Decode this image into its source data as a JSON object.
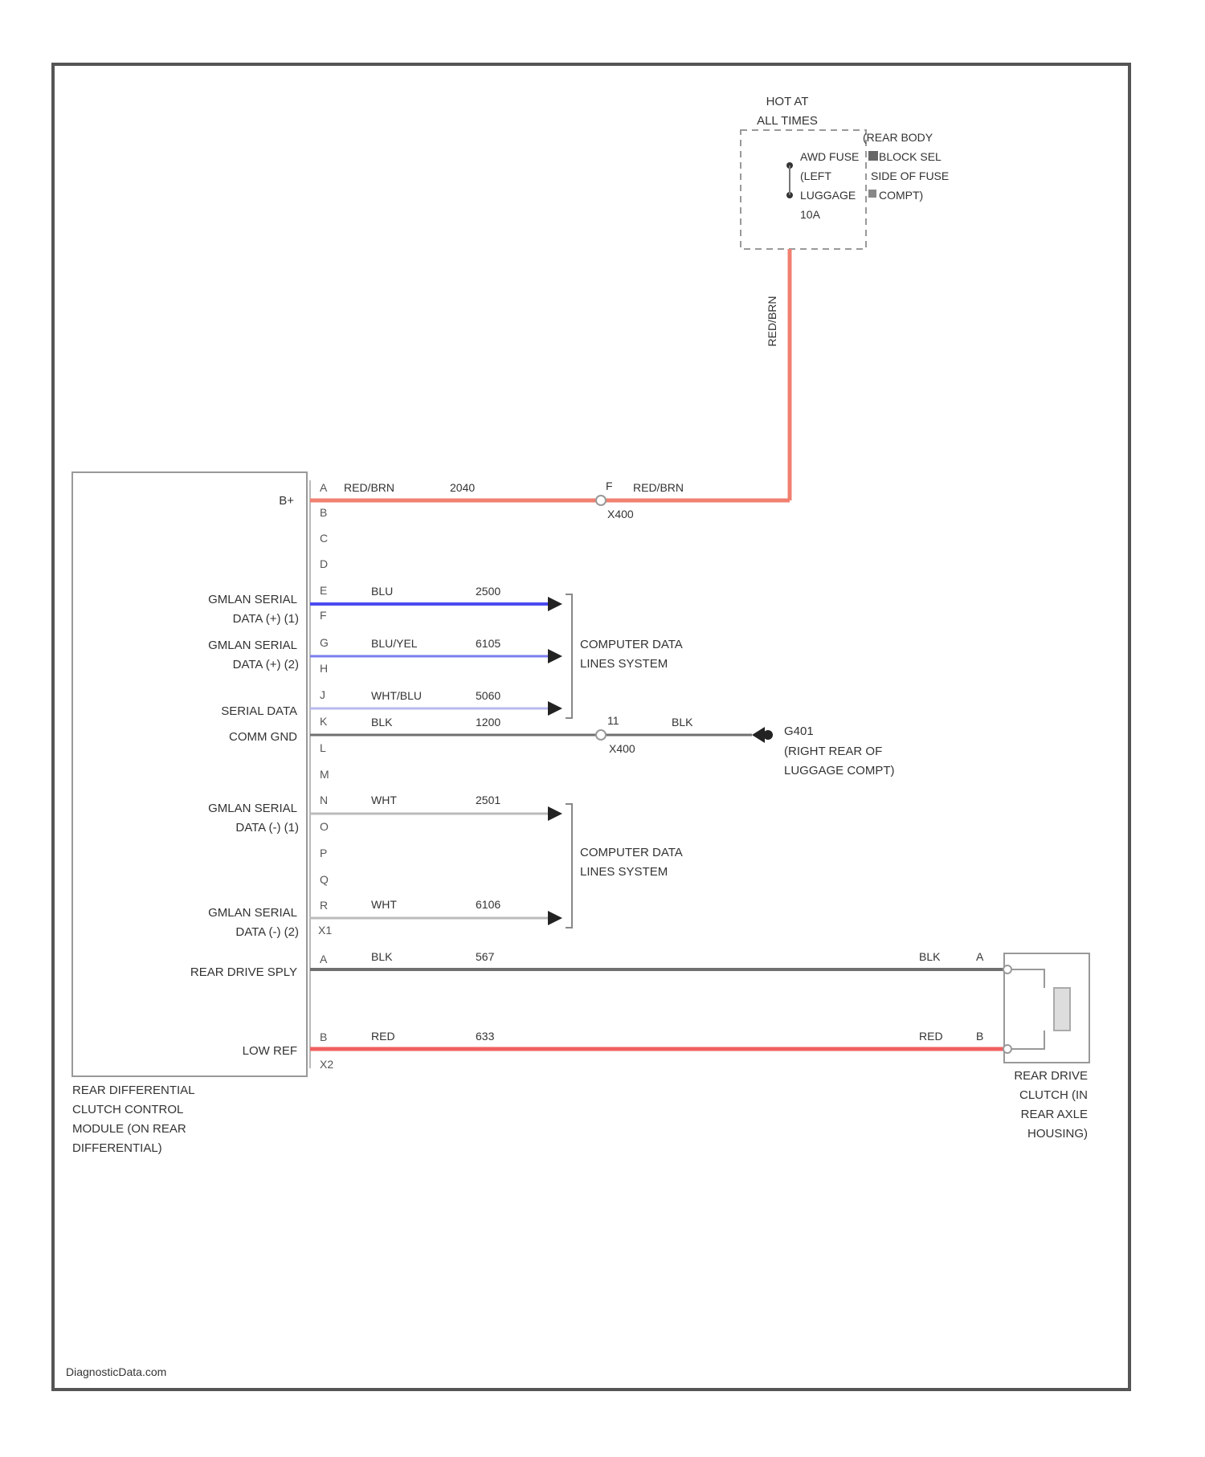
{
  "fuse_block": {
    "hot_line1": "HOT AT",
    "hot_line2": "ALL TIMES",
    "fuse_lines": [
      "AWD FUSE",
      "(LEFT",
      "LUGGAGE",
      "10A"
    ],
    "location_lines": [
      "(REAR BODY",
      "BLOCK SEL",
      "SIDE OF FUSE",
      "COMPT)"
    ]
  },
  "vertical_wire_label": "RED/BRN",
  "module": {
    "label_lines": [
      "REAR DIFFERENTIAL",
      "CLUTCH CONTROL",
      "MODULE (ON REAR",
      "DIFFERENTIAL)"
    ],
    "pin_labels": [
      {
        "text": "B+"
      },
      {
        "text": "GMLAN SERIAL"
      },
      {
        "text": "DATA (+) (1)"
      },
      {
        "text": "GMLAN SERIAL"
      },
      {
        "text": "DATA (+) (2)"
      },
      {
        "text": "SERIAL DATA"
      },
      {
        "text": "COMM GND"
      },
      {
        "text": "GMLAN SERIAL"
      },
      {
        "text": "DATA (-) (1)"
      },
      {
        "text": "GMLAN SERIAL"
      },
      {
        "text": "DATA (-) (2)"
      },
      {
        "text": "REAR DRIVE SPLY"
      },
      {
        "text": "LOW REF"
      }
    ],
    "connector_top": "X1",
    "connector_bottom": "X2"
  },
  "pins": [
    "A",
    "B",
    "C",
    "D",
    "E",
    "F",
    "G",
    "H",
    "J",
    "K",
    "L",
    "M",
    "N",
    "O",
    "P",
    "Q",
    "R",
    "A",
    "B"
  ],
  "wires": [
    {
      "color_name": "RED/BRN",
      "circuit": "2040",
      "stroke": "#f08070"
    },
    {
      "color_name": "BLU",
      "circuit": "2500",
      "stroke": "#4a4af0"
    },
    {
      "color_name": "BLU/YEL",
      "circuit": "6105",
      "stroke": "#7c7cf0"
    },
    {
      "color_name": "WHT/BLU",
      "circuit": "5060",
      "stroke": "#b8b8f0"
    },
    {
      "color_name": "BLK",
      "circuit": "1200",
      "stroke": "#707070"
    },
    {
      "color_name": "WHT",
      "circuit": "2501",
      "stroke": "#bbbbbb"
    },
    {
      "color_name": "WHT",
      "circuit": "6106",
      "stroke": "#bbbbbb"
    },
    {
      "color_name": "BLK",
      "circuit": "567",
      "stroke": "#707070"
    },
    {
      "color_name": "RED",
      "circuit": "633",
      "stroke": "#f06060"
    }
  ],
  "inline_connectors": [
    {
      "pin": "F",
      "wire": "RED/BRN",
      "id": "X400"
    },
    {
      "pin": "11",
      "wire": "BLK",
      "id": "X400"
    }
  ],
  "ground": {
    "id": "G401",
    "lines": [
      "(RIGHT REAR OF",
      "LUGGAGE COMPT)"
    ]
  },
  "data_system_1": [
    "COMPUTER DATA",
    "LINES SYSTEM"
  ],
  "data_system_2": [
    "COMPUTER DATA",
    "LINES SYSTEM"
  ],
  "clutch": {
    "pin_a": "A",
    "pin_b": "B",
    "wire_a": "BLK",
    "wire_b": "RED",
    "label_lines": [
      "REAR DRIVE",
      "CLUTCH (IN",
      "REAR AXLE",
      "HOUSING)"
    ]
  },
  "watermark": "DiagnosticData.com"
}
